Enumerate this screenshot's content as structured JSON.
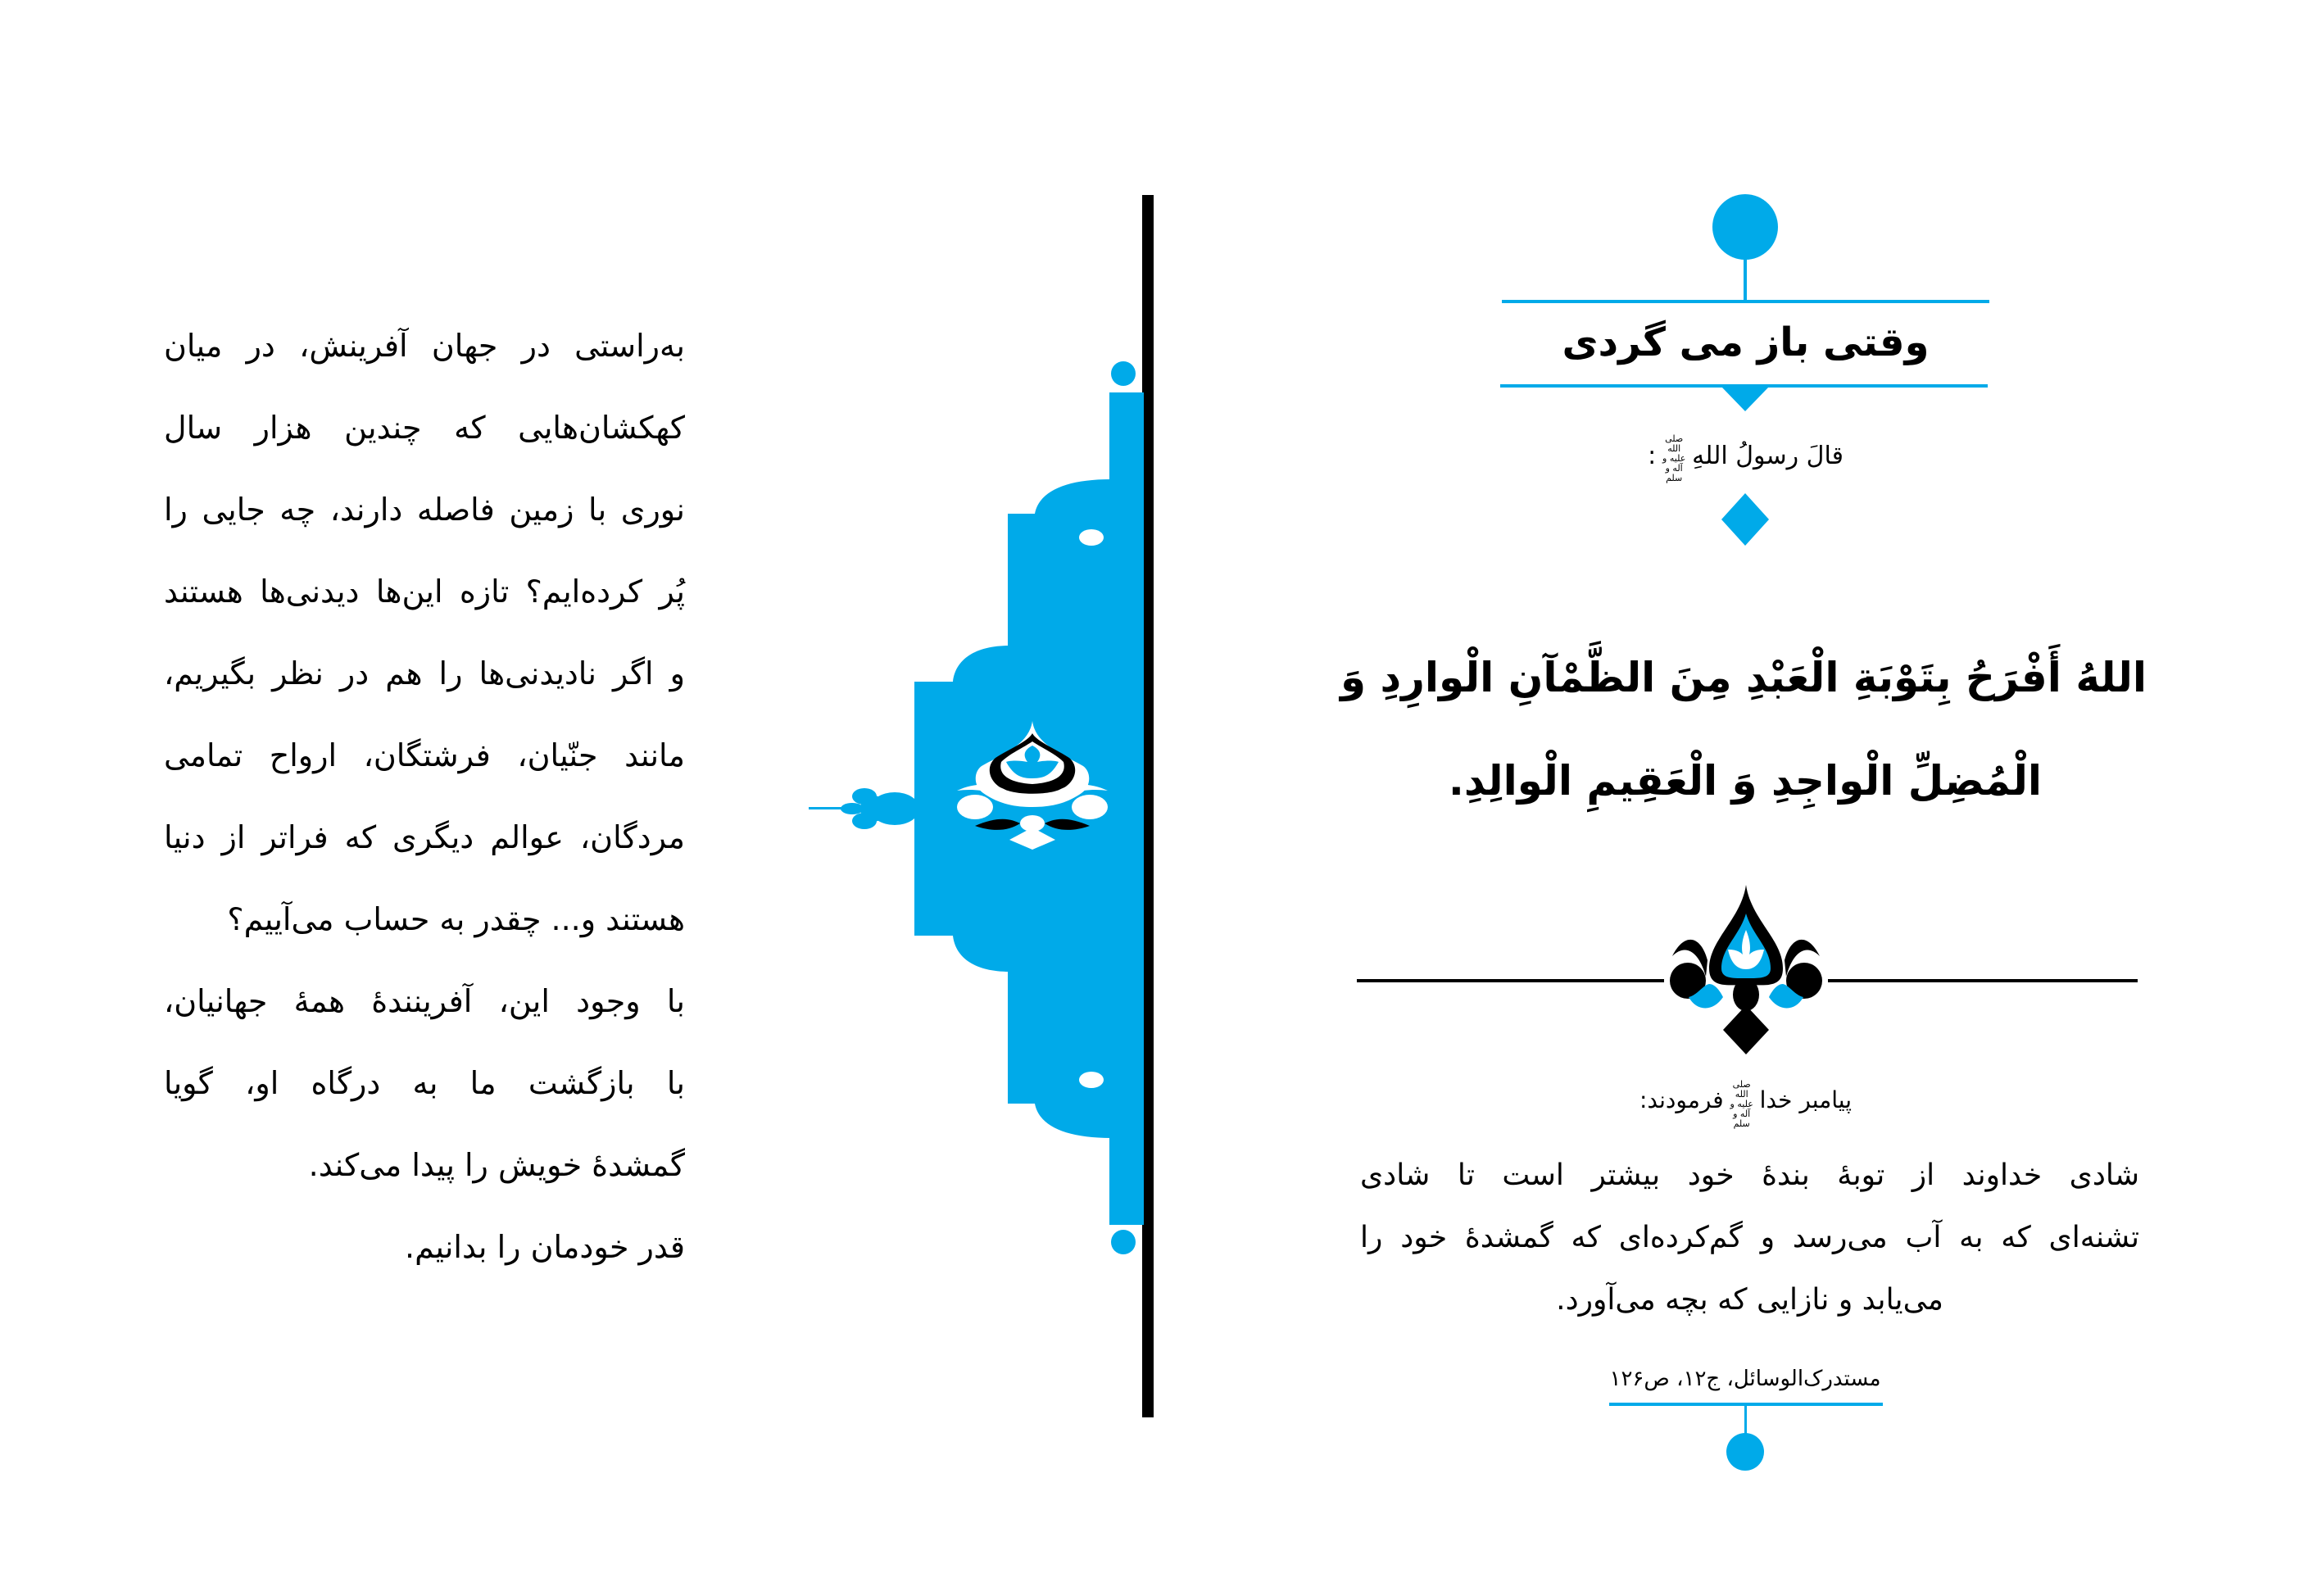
{
  "colors": {
    "accent": "#00aae9",
    "ink": "#000000",
    "paper": "#ffffff"
  },
  "left_page": {
    "lines": [
      "به‌راستی در جهان آفرینش، در میان",
      "کهکشان‌هایی که چندین هزار سال",
      "نوری با زمین فاصله دارند، چه جایی را",
      "پُر کرده‌ایم؟ تازه این‌ها دیدنی‌ها هستند",
      "و اگر نادیدنی‌ها را هم در نظر بگیریم،",
      "مانند جنّیان، فرشتگان، ارواح تمامی",
      "مردگان، عوالم دیگری که فراتر از دنیا",
      "هستند و... چقدر به حساب می‌آییم؟",
      "با وجود این، آفرینندۀ همۀ جهانیان،",
      "با بازگشت ما به درگاه او، گویا",
      "گمشدۀ خویش را پیدا می‌کند.",
      "قدر خودمان را بدانیم."
    ]
  },
  "right_page": {
    "title": "وقتی باز می گردی",
    "intro_text": "قالَ رسولُ اللهِ",
    "honorific": "صلی الله علیه و آله و سلم",
    "intro_colon": ":",
    "hadith_lines": [
      "اللهُ أَفْرَحُ بِتَوْبَةِ الْعَبْدِ مِنَ الظَّمْآنِ الْوارِدِ وَ",
      "الْمُضِلِّ الْواجِدِ وَ الْعَقِيمِ الْوالِدِ."
    ],
    "translation_intro_a": "پیامبر خدا",
    "translation_intro_b": "فرمودند:",
    "translation_lines": [
      "شادی خداوند از توبۀ بندۀ خود بیشتر است تا شادی",
      "تشنه‌ای که به آب می‌رسد و گم‌کرده‌ای که گمشدۀ خود را",
      "می‌یابد و نازایی که بچه می‌آورد."
    ],
    "source": "مستدرک‌الوسائل، ج۱۲، ص۱۲۶"
  }
}
